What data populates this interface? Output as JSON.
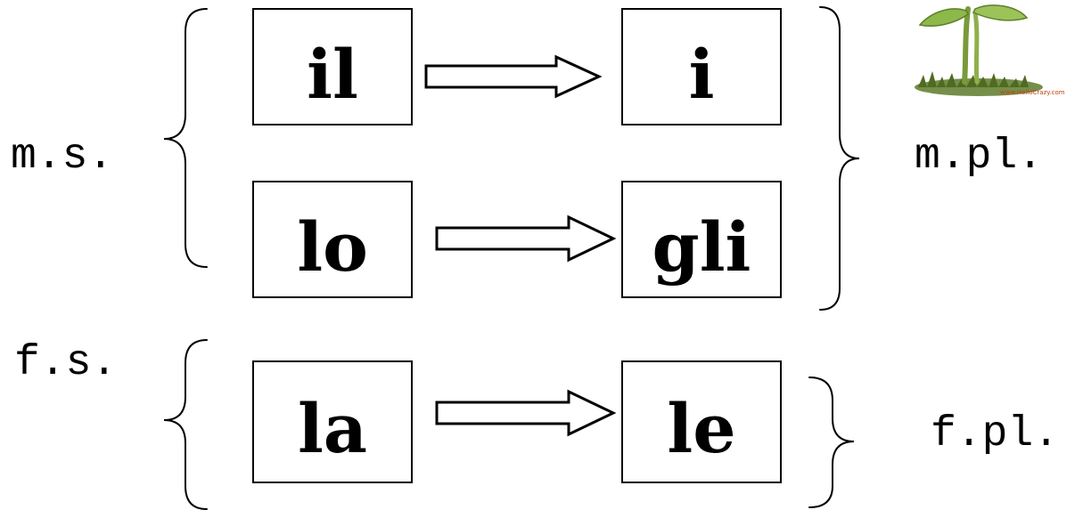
{
  "groups": {
    "masc_sing_label": "m.s.",
    "masc_plur_label": "m.pl.",
    "fem_sing_label": "f.s.",
    "fem_plur_label": "f.pl."
  },
  "pairs": [
    {
      "singular": "il",
      "plural": "i"
    },
    {
      "singular": "lo",
      "plural": "gli"
    },
    {
      "singular": "la",
      "plural": "le"
    }
  ],
  "plant_image": {
    "icon": "plant-sprout-icon",
    "watermark": "www.HelloCrazy.com"
  },
  "colors": {
    "ink": "#000000",
    "background": "#ffffff",
    "leaf": "#7fa83c",
    "watermark": "#c2410c"
  }
}
